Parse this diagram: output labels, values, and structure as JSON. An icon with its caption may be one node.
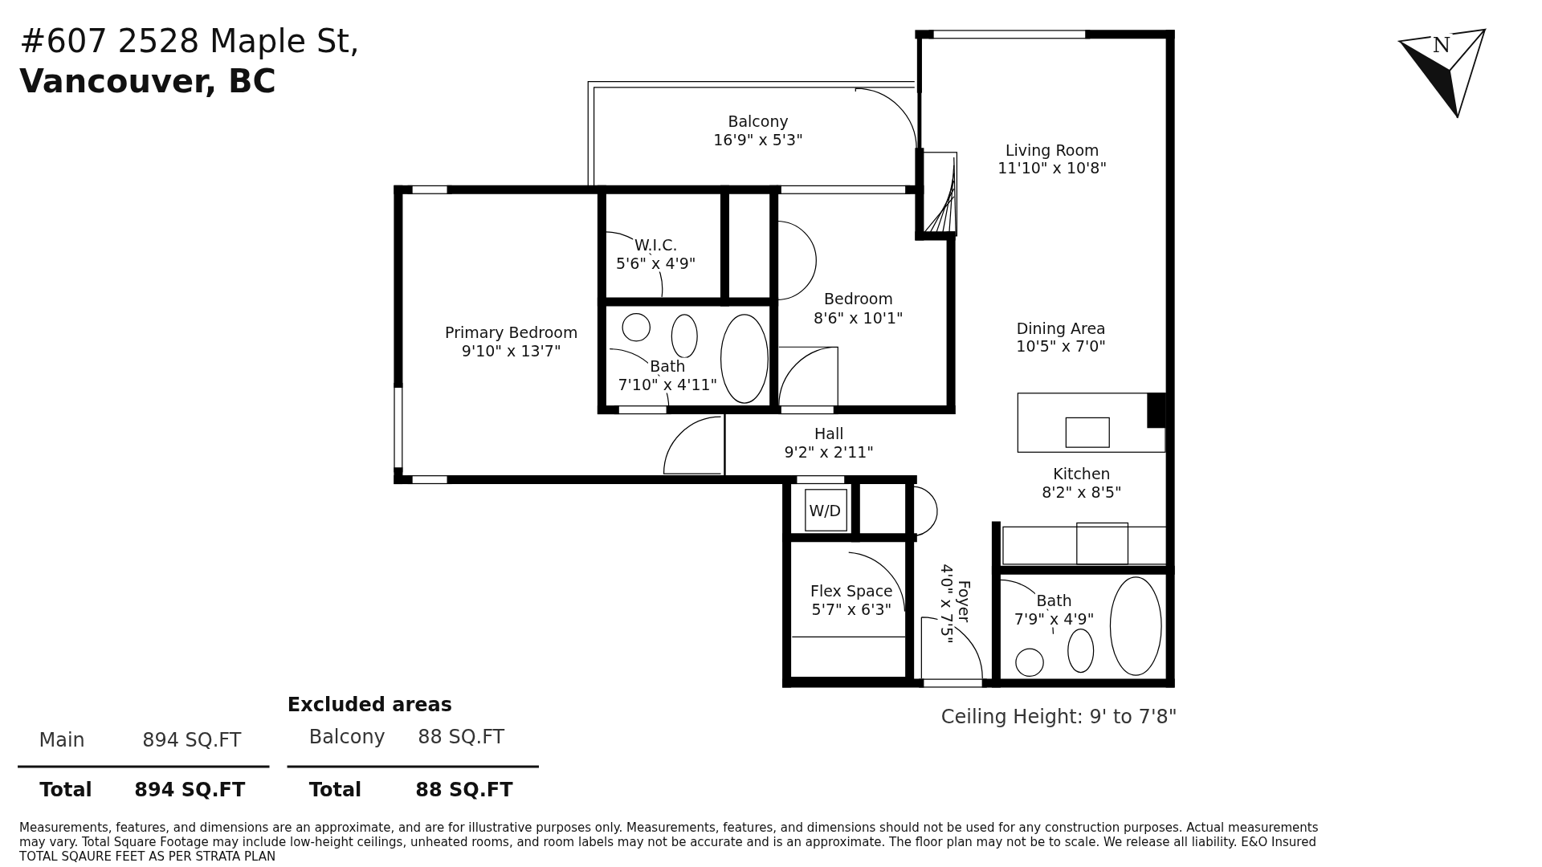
{
  "diagram": {
    "title": "#607 2528 Maple St, **Vancouver, BC**",
    "labels": [
      "Balcony",
      "16'9\" x 5'3\"",
      "Living Room",
      "11'10\" x 10'8\"",
      "W.I.C.",
      "5'6\" x 4'9\"",
      "Bedroom",
      "8'6\" x 10'1\"",
      "Primary Bedroom",
      "9'10\" x 13'7\"",
      "Dining Area",
      "10'5\" x 7'0\"",
      "Bath",
      "7'10\" x 4'11\"",
      "Hall",
      "9'2\" x 2'11\"",
      "Kitchen",
      "8'2\" x 8'5\"",
      "W/D",
      "Flex Space",
      "5'7\" x 6'3\"",
      "Foyer",
      "4'0\" x 7'5\"",
      "Bath",
      "7'9\" x 4'9\"",
      "N",
      "Excluded areas",
      "Main",
      "894 SQ.FT",
      "Balcony",
      "88 SQ.FT",
      "Total",
      "894 SQ.FT",
      "Total",
      "88 SQ.FT",
      "Ceiling Height: 9' to 7'8\"",
      "Measurements, features, and dimensions are an approximate, and are for illustrative purposes only. Measurements, features, and dimensions should not be used for any construction purposes. Actual measurements may vary. Total Square Footage may include low-height ceilings, unheated rooms, and room labels may not be accurate and is an approximate. The floor plan may not be to scale. We release all liability. E&O Insured  TOTAL SQAURE FEET AS PER STRATA PLAN"
    ]
  }
}
